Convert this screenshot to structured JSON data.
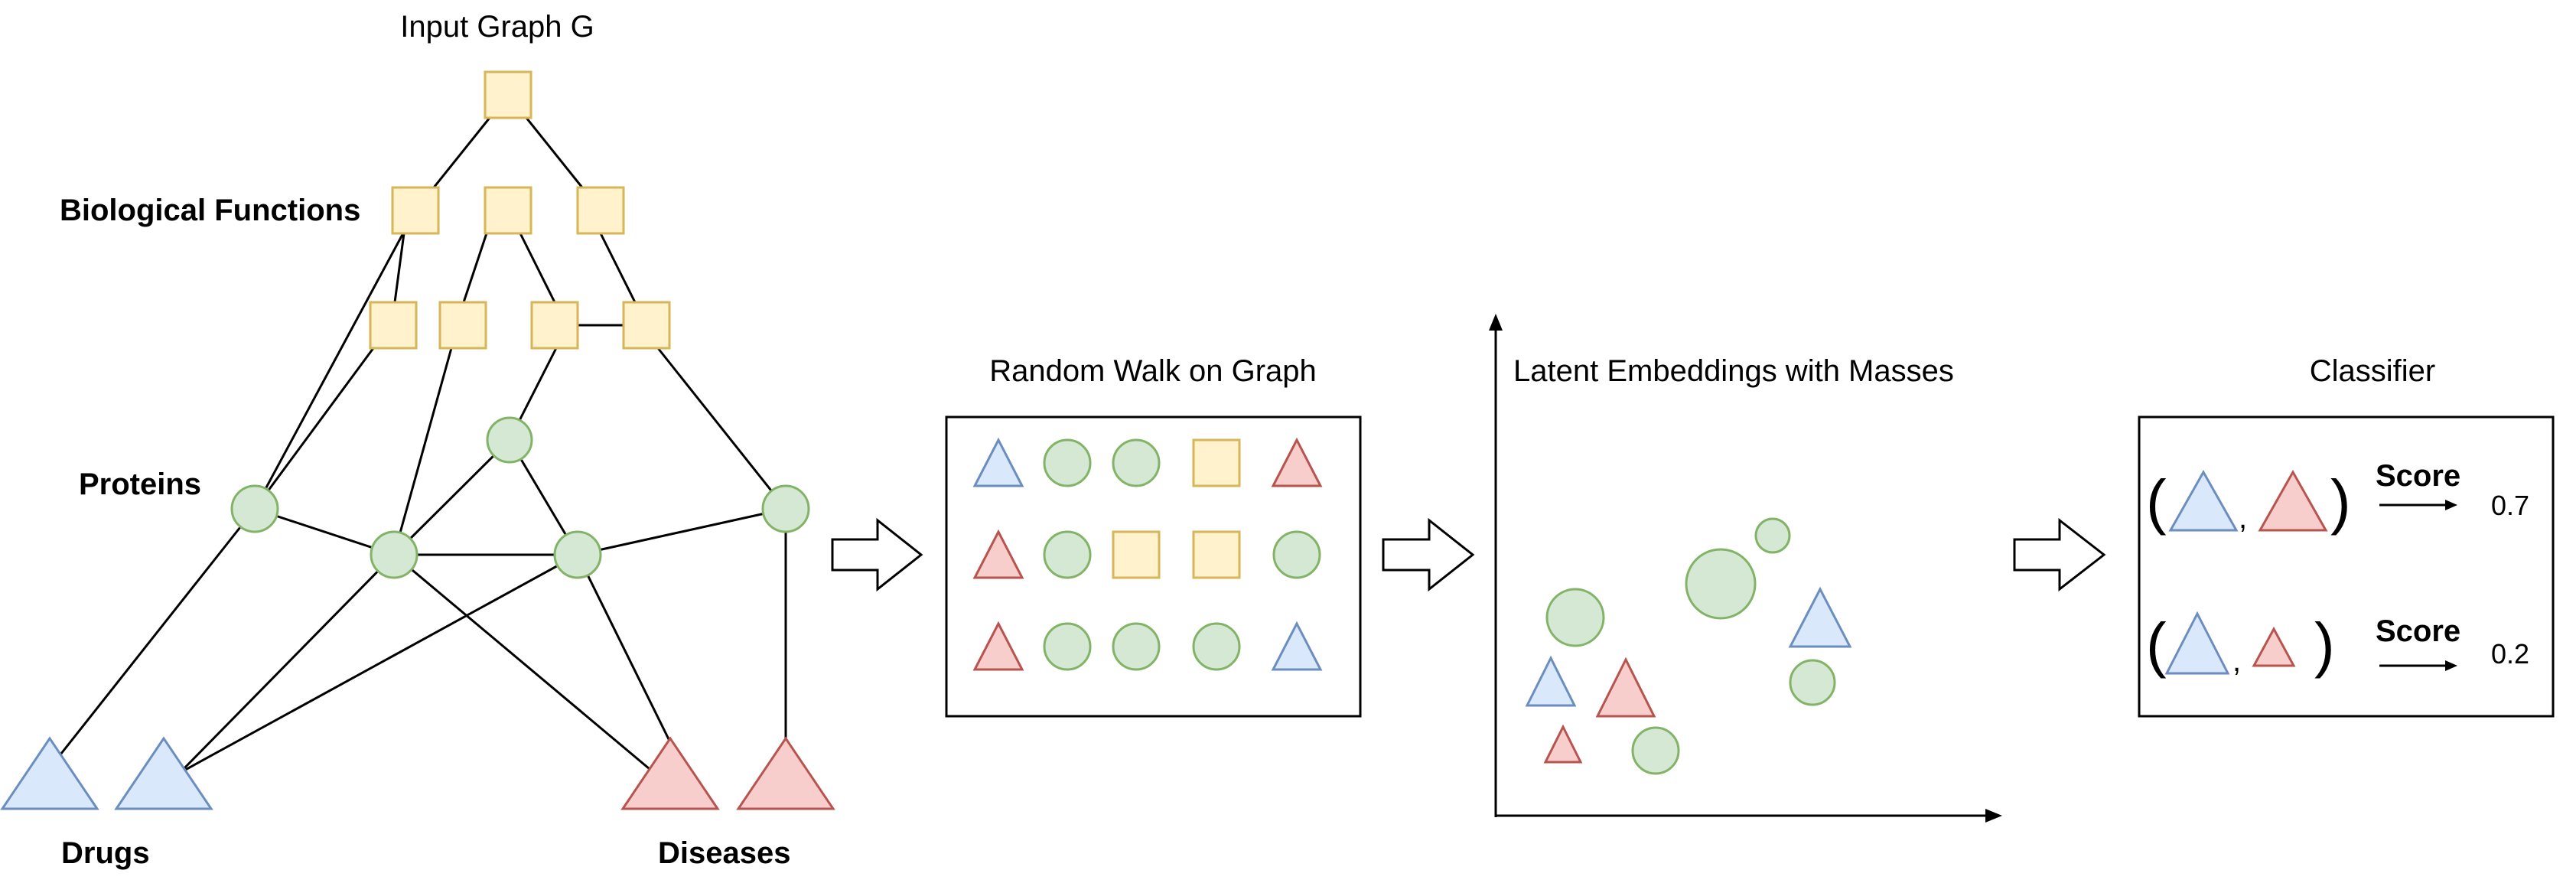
{
  "input_graph": {
    "title": "Input Graph G",
    "labels": {
      "biological_functions": "Biological Functions",
      "proteins": "Proteins",
      "drugs": "Drugs",
      "diseases": "Diseases"
    }
  },
  "random_walk": {
    "title": "Random Walk on Graph",
    "rows": [
      [
        "drug",
        "protein",
        "protein",
        "function",
        "disease"
      ],
      [
        "disease",
        "protein",
        "function",
        "function",
        "protein"
      ],
      [
        "disease",
        "protein",
        "protein",
        "protein",
        "drug"
      ]
    ]
  },
  "embeddings": {
    "title": "Latent Embeddings with Masses"
  },
  "classifier": {
    "title": "Classifier",
    "pairs": [
      {
        "score_label": "Score",
        "score_value": "0.7",
        "left": "(",
        "comma": ",",
        "right": ")"
      },
      {
        "score_label": "Score",
        "score_value": "0.2",
        "left": "(",
        "comma": ",",
        "right": ")"
      }
    ]
  },
  "colors": {
    "function_fill": "#fff2cc",
    "function_stroke": "#d6b656",
    "protein_fill": "#d5e8d4",
    "protein_stroke": "#82b366",
    "drug_fill": "#dae8fc",
    "drug_stroke": "#6c8ebf",
    "disease_fill": "#f8cecc",
    "disease_stroke": "#b85450"
  }
}
